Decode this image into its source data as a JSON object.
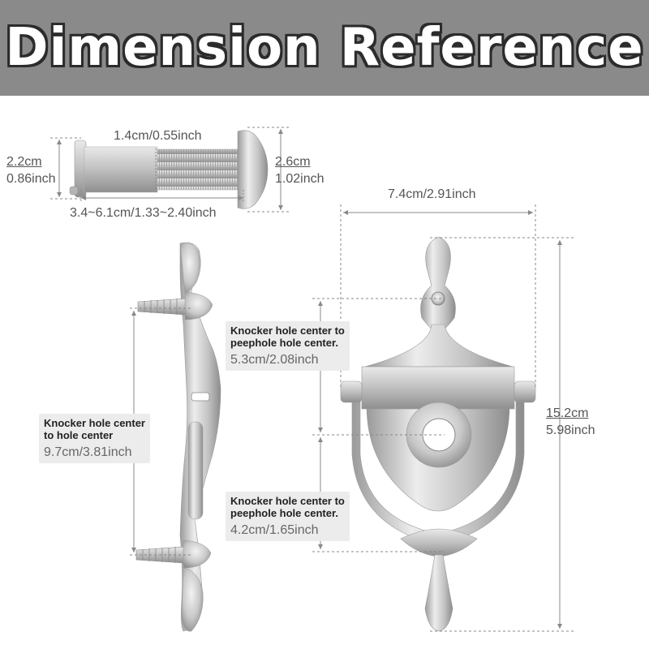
{
  "banner": {
    "title": "Dimension Reference"
  },
  "peephole": {
    "diameter_label": "1.4cm/0.55inch",
    "left_cm": "2.2cm",
    "left_inch": "0.86inch",
    "right_cm": "2.6cm",
    "right_inch": "1.02inch",
    "length_label": "3.4~6.1cm/1.33~2.40inch"
  },
  "knocker": {
    "width_label": "7.4cm/2.91inch",
    "height_cm": "15.2cm",
    "height_inch": "5.98inch",
    "callout_top": {
      "heading": "Knocker hole center to\npeephole hole center.",
      "value": "5.3cm/2.08inch"
    },
    "callout_bottom": {
      "heading": "Knocker hole center to\npeephole hole center.",
      "value": "4.2cm/1.65inch"
    }
  },
  "side_view": {
    "callout": {
      "heading": "Knocker hole center\nto hole center",
      "value": "9.7cm/3.81inch"
    }
  },
  "colors": {
    "banner": "#8a8a8a",
    "metal": "#c9c9c9",
    "dim_line": "#888888",
    "callout_bg": "#ececec"
  }
}
